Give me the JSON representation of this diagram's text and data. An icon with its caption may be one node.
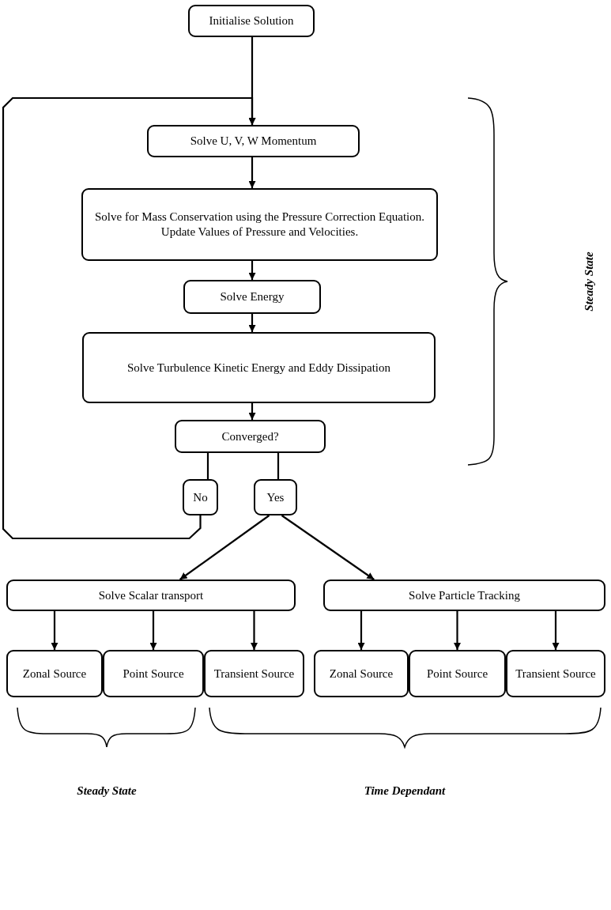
{
  "diagram": {
    "nodes": [
      {
        "text": [
          "Initialise Solution"
        ]
      },
      {
        "text": [
          "Solve U, V, W Momentum"
        ]
      },
      {
        "text": [
          "Solve for Mass Conservation using the Pressure Correction Equation.",
          "Update Values of Pressure and Velocities."
        ]
      },
      {
        "text": [
          "Solve Energy"
        ]
      },
      {
        "text": [
          "Solve Turbulence Kinetic Energy and Eddy Dissipation"
        ]
      },
      {
        "text": [
          "Converged?"
        ]
      },
      {
        "text": [
          "No"
        ]
      },
      {
        "text": [
          "Yes"
        ]
      },
      {
        "text": [
          "Solve Scalar transport"
        ]
      },
      {
        "text": [
          "Solve Particle Tracking"
        ]
      },
      {
        "text": [
          "Zonal Source"
        ]
      },
      {
        "text": [
          "Point Source"
        ]
      },
      {
        "text": [
          "Transient Source"
        ]
      },
      {
        "text": [
          "Zonal Source"
        ]
      },
      {
        "text": [
          "Point Source"
        ]
      },
      {
        "text": [
          "Transient Source"
        ]
      }
    ],
    "edges": [
      {
        "from": 0,
        "to": 1,
        "arrow": "to"
      },
      {
        "from": 6,
        "to": 1,
        "arrow": "to"
      },
      {
        "from": 1,
        "to": 2,
        "arrow": "to"
      },
      {
        "from": 2,
        "to": 3,
        "arrow": "to"
      },
      {
        "from": 3,
        "to": 4,
        "arrow": "to"
      },
      {
        "from": 4,
        "to": 5,
        "arrow": "to"
      },
      {
        "from": 5,
        "to": 6,
        "arrow": "none"
      },
      {
        "from": 5,
        "to": 7,
        "arrow": "none"
      },
      {
        "from": 7,
        "to": 8,
        "arrow": "to"
      },
      {
        "from": 7,
        "to": 9,
        "arrow": "to"
      },
      {
        "from": 8,
        "to": 10,
        "arrow": "to"
      },
      {
        "from": 8,
        "to": 11,
        "arrow": "to"
      },
      {
        "from": 8,
        "to": 12,
        "arrow": "to"
      },
      {
        "from": 9,
        "to": 13,
        "arrow": "to"
      },
      {
        "from": 9,
        "to": 14,
        "arrow": "to"
      },
      {
        "from": 9,
        "to": 15,
        "arrow": "to"
      }
    ],
    "labels": [
      "Steady State",
      "Steady State",
      "Time Dependant"
    ]
  }
}
